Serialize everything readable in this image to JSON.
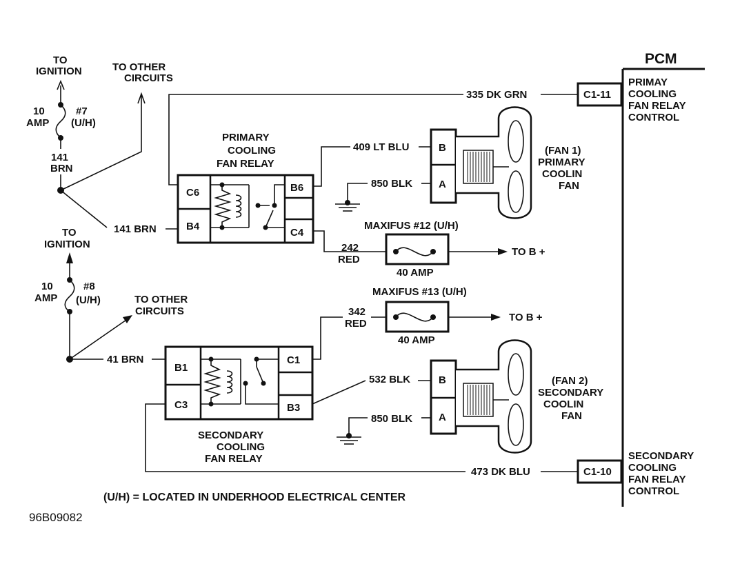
{
  "labels": {
    "to_ignition_1": [
      "TO",
      "IGNITION"
    ],
    "to_other_1": [
      "TO OTHER",
      "CIRCUITS"
    ],
    "amp_7": [
      "10",
      "AMP"
    ],
    "fuse_7": [
      "#7",
      "(U/H)"
    ],
    "wire_141_brn_a": [
      "141",
      "BRN"
    ],
    "wire_141_brn_b": "141 BRN",
    "wire_335": "335 DK GRN",
    "wire_409": "409 LT BLU",
    "wire_850_a": "850 BLK",
    "relay_primary": [
      "PRIMARY",
      "COOLING",
      "FAN RELAY"
    ],
    "maxifus_12": "MAXIFUS #12 (U/H)",
    "wire_242": [
      "242",
      "RED"
    ],
    "amp40_a": "40 AMP",
    "to_b_a": "TO B +",
    "fan1": [
      "(FAN 1)",
      "PRIMARY",
      "COOLIN",
      "FAN"
    ],
    "pcm": "PCM",
    "pcm_primary": [
      "PRIMAY",
      "COOLING",
      "FAN RELAY",
      "CONTROL"
    ],
    "to_ignition_2": [
      "TO",
      "IGNITION"
    ],
    "amp_8": [
      "10",
      "AMP"
    ],
    "fuse_8": [
      "#8",
      "(U/H)"
    ],
    "to_other_2": [
      "TO OTHER",
      "CIRCUITS"
    ],
    "maxifus_13": "MAXIFUS #13 (U/H)",
    "wire_342": [
      "342",
      "RED"
    ],
    "amp40_b": "40 AMP",
    "to_b_b": "TO B +",
    "wire_41_brn": "41 BRN",
    "wire_532": "532 BLK",
    "wire_850_b": "850 BLK",
    "fan2": [
      "(FAN 2)",
      "SECONDARY",
      "COOLIN",
      "FAN"
    ],
    "relay_secondary": [
      "SECONDARY",
      "COOLING",
      "FAN RELAY"
    ],
    "wire_473": "473 DK BLU",
    "pcm_secondary": [
      "SECONDARY",
      "COOLING",
      "FAN RELAY",
      "CONTROL"
    ],
    "footnote": "(U/H) = LOCATED IN UNDERHOOD ELECTRICAL CENTER",
    "figure_code": "96B09082"
  },
  "pins": {
    "primary_relay": [
      "C6",
      "B4",
      "B6",
      "C4"
    ],
    "secondary_relay": [
      "B1",
      "C3",
      "C1",
      "B3"
    ],
    "fan1": [
      "B",
      "A"
    ],
    "fan2": [
      "B",
      "A"
    ],
    "pcm_c1_11": "C1-11",
    "pcm_c1_10": "C1-10"
  }
}
